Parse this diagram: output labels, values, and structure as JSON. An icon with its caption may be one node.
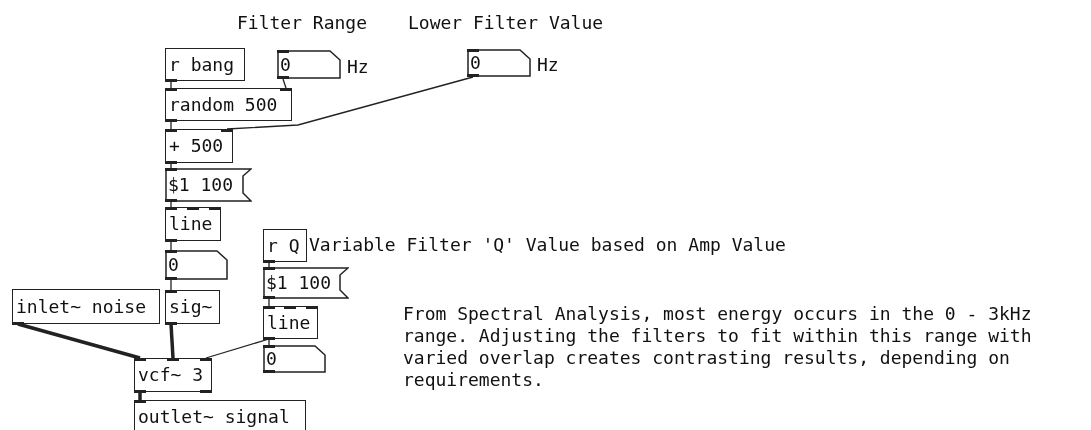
{
  "diagram": {
    "nodes": [
      {
        "text": [
          "r bang"
        ]
      },
      {
        "text": [
          "0"
        ],
        "beside": [
          "Hz"
        ]
      },
      {
        "text": [
          "0"
        ],
        "beside": [
          "Hz"
        ]
      },
      {
        "text": [
          "random 500"
        ]
      },
      {
        "text": [
          "+ 500"
        ]
      },
      {
        "text": [
          "$1 100"
        ]
      },
      {
        "text": [
          "line"
        ]
      },
      {
        "text": [
          "0"
        ]
      },
      {
        "text": [
          "sig~"
        ]
      },
      {
        "text": [
          "inlet~ noise"
        ]
      },
      {
        "text": [
          "r Q"
        ]
      },
      {
        "text": [
          "$1 100"
        ]
      },
      {
        "text": [
          "line"
        ]
      },
      {
        "text": [
          "0"
        ]
      },
      {
        "text": [
          "vcf~ 3"
        ]
      },
      {
        "text": [
          "outlet~ signal"
        ]
      }
    ],
    "edges": [
      {
        "from": 0,
        "to": 3,
        "arrow": "none"
      },
      {
        "from": 1,
        "to": 3,
        "arrow": "none"
      },
      {
        "from": 3,
        "to": 4,
        "arrow": "none"
      },
      {
        "from": 2,
        "to": 4,
        "arrow": "none"
      },
      {
        "from": 4,
        "to": 5,
        "arrow": "none"
      },
      {
        "from": 5,
        "to": 6,
        "arrow": "none"
      },
      {
        "from": 6,
        "to": 7,
        "arrow": "none"
      },
      {
        "from": 7,
        "to": 8,
        "arrow": "none"
      },
      {
        "from": 9,
        "to": 14,
        "arrow": "none",
        "style": "thick"
      },
      {
        "from": 8,
        "to": 14,
        "arrow": "none",
        "style": "thick"
      },
      {
        "from": 10,
        "to": 11,
        "arrow": "none"
      },
      {
        "from": 11,
        "to": 12,
        "arrow": "none"
      },
      {
        "from": 12,
        "to": 13,
        "arrow": "none"
      },
      {
        "from": 12,
        "to": 14,
        "arrow": "none"
      },
      {
        "from": 14,
        "to": 15,
        "arrow": "none",
        "style": "thick"
      }
    ],
    "labels": [
      "Filter Range",
      "Lower Filter Value",
      "Variable Filter 'Q' Value based on Amp Value",
      "From Spectral Analysis, most energy occurs in the 0 - 3kHz range. Adjusting the filters to fit within this range with varied overlap creates contrasting results, depending on requirements."
    ]
  }
}
